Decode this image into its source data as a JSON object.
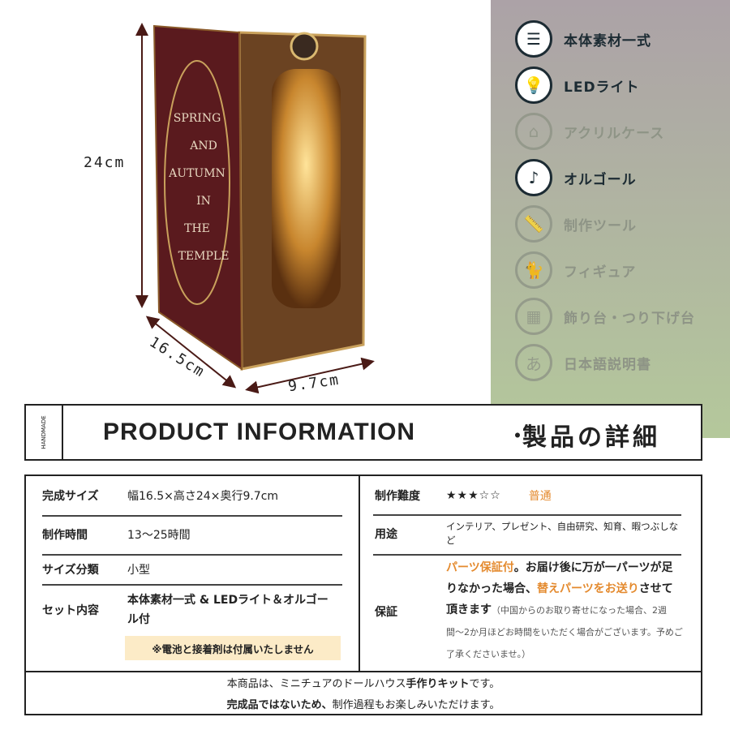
{
  "product": {
    "cover_text": [
      "SPRING",
      "AND",
      "AUTUMN",
      "IN",
      "THE",
      "TEMPLE"
    ],
    "dimensions": {
      "height": "24cm",
      "width": "16.5cm",
      "depth": "9.7cm"
    }
  },
  "features": [
    {
      "label": "本体素材一式",
      "icon": "wood-planks-icon",
      "included": true
    },
    {
      "label": "LEDライト",
      "icon": "lightbulb-icon",
      "included": true
    },
    {
      "label": "アクリルケース",
      "icon": "house-icon",
      "included": false
    },
    {
      "label": "オルゴール",
      "icon": "music-note-icon",
      "included": true
    },
    {
      "label": "制作ツール",
      "icon": "ruler-icon",
      "included": false
    },
    {
      "label": "フィギュア",
      "icon": "cat-icon",
      "included": false
    },
    {
      "label": "飾り台・つり下げ台",
      "icon": "easel-icon",
      "included": false
    },
    {
      "label": "日本語説明書",
      "icon": "hiragana-a-icon",
      "included": false
    }
  ],
  "header": {
    "side_label": "HANDMADE",
    "title": "PRODUCT INFORMATION",
    "separator": "・",
    "title_jp": "製品の詳細"
  },
  "table": {
    "left": [
      {
        "key": "完成サイズ",
        "value": "幅16.5×高さ24×奥行9.7cm"
      },
      {
        "key": "制作時間",
        "value": "13〜25時間"
      },
      {
        "key": "サイズ分類",
        "value": "小型"
      },
      {
        "key": "セット内容",
        "value": "本体素材一式 & LEDライト＆オルゴール付",
        "note": "※電池と接着剤は付属いたしません"
      }
    ],
    "right": {
      "difficulty": {
        "key": "制作難度",
        "stars_filled": 3,
        "stars_total": 5,
        "stars_text": "★★★☆☆",
        "level": "普通"
      },
      "usage": {
        "key": "用途",
        "value": "インテリア、プレゼント、自由研究、知育、暇つぶしなど"
      },
      "warranty": {
        "key": "保証",
        "highlight1": "パーツ保証付",
        "text1": "。お届け後に万が一パーツが足りなかった場合、",
        "highlight2": "替えパーツをお送り",
        "text2": "させて頂きます",
        "small": "（中国からのお取り寄せになった場合、2週間〜2か月ほどお時間をいただく場合がございます。予めご了承くださいませ。）"
      }
    },
    "footer": {
      "line1_a": "本商品は、ミニチュアのドールハウス",
      "line1_b": "手作りキット",
      "line1_c": "です。",
      "line2_a": "完成品ではないため、",
      "line2_b": "制作過程もお楽しみいただけます。"
    }
  },
  "colors": {
    "accent_orange": "#e48a2e",
    "note_bg": "#fcebc7",
    "cover": "#5a1a1e",
    "panel_top": "#aca2a7",
    "panel_bottom": "#b4c89b"
  }
}
